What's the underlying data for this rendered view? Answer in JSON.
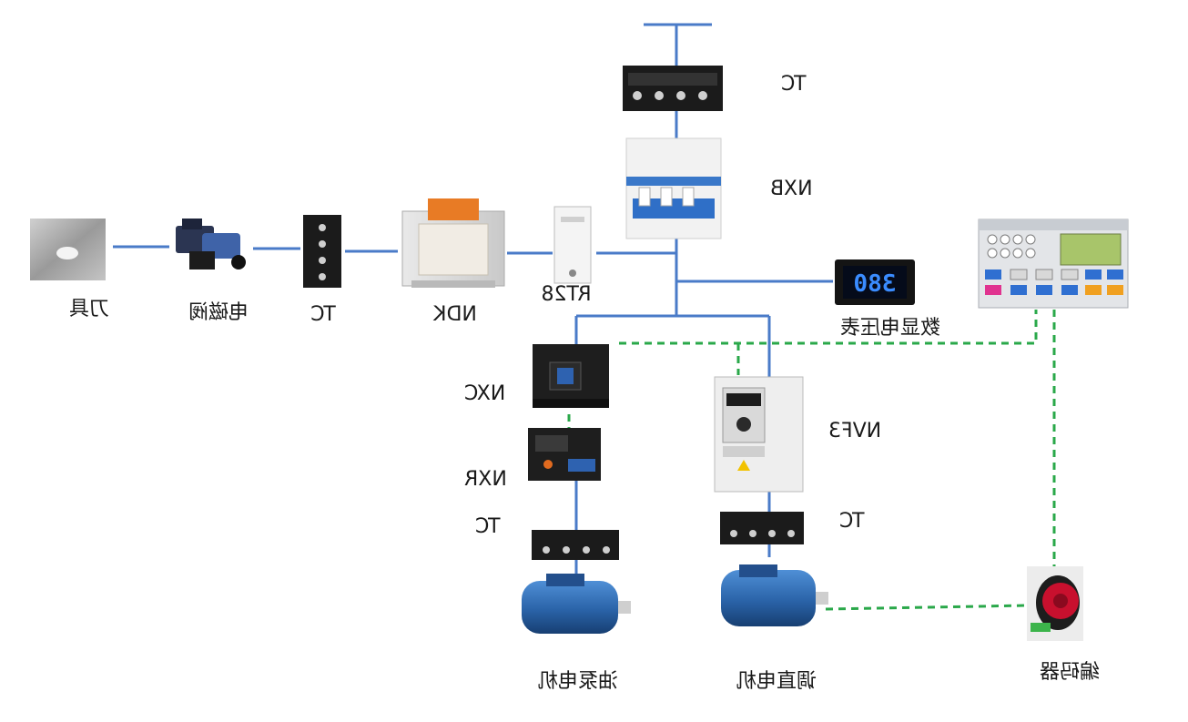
{
  "labels": {
    "tc_top": "TC",
    "nxb": "NXB",
    "tool": "刀具",
    "solenoid_valve": "电磁阀",
    "tc_left": "TC",
    "ndk": "NDK",
    "rt28": "RT28",
    "digital_voltmeter": "数显电压表",
    "nxc": "NXC",
    "nxr": "NXR",
    "tc_pump": "TC",
    "oil_pump_motor": "油泵电机",
    "nvf3": "NVF3",
    "tc_vfd": "TC",
    "speed_motor": "调直电机",
    "encoder": "编码器"
  },
  "voltmeter": {
    "reading": "380"
  },
  "colors": {
    "power_line": "#4a7bc8",
    "signal_line": "#2aa84a",
    "motor_blue": "#2f6fb8"
  }
}
